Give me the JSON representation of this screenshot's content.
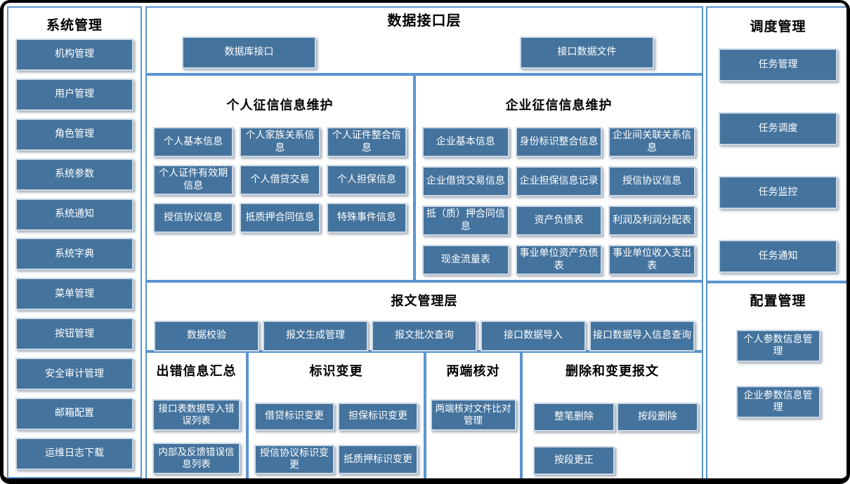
{
  "colors": {
    "button_fill": "#44739d",
    "button_border": "#ccd9e6",
    "button_text": "#ffffff",
    "panel_border": "#5b95d0",
    "title_text": "#000000",
    "frame": "#000000"
  },
  "panels": {
    "system": {
      "title": "系统管理",
      "items": [
        "机构管理",
        "用户管理",
        "角色管理",
        "系统参数",
        "系统通知",
        "系统字典",
        "菜单管理",
        "按钮管理",
        "安全审计管理",
        "邮箱配置",
        "运维日志下载"
      ]
    },
    "data_interface": {
      "title": "数据接口层",
      "items": [
        "数据库接口",
        "接口数据文件"
      ]
    },
    "personal": {
      "title": "个人征信信息维护",
      "items": [
        "个人基本信息",
        "个人家族关系信息",
        "个人证件整合信息",
        "个人证件有效期信息",
        "个人借贷交易",
        "个人担保信息",
        "授信协议信息",
        "抵质押合同信息",
        "特殊事件信息"
      ]
    },
    "enterprise": {
      "title": "企业征信信息维护",
      "items": [
        "企业基本信息",
        "身份标识整合信息",
        "企业间关联关系信息",
        "企业借贷交易信息",
        "企业担保信息记录",
        "授信协议信息",
        "抵（质）押合同信息",
        "资产负债表",
        "利润及利润分配表",
        "现金流量表",
        "事业单位资产负债表",
        "事业单位收入支出表"
      ]
    },
    "message": {
      "title": "报文管理层",
      "items": [
        "数据校验",
        "报文生成管理",
        "报文批次查询",
        "接口数据导入",
        "接口数据导入信息查询"
      ]
    },
    "error": {
      "title": "出错信息汇总",
      "items": [
        "接口表数据导入错误列表",
        "内部及反馈错误信息列表"
      ]
    },
    "id_change": {
      "title": "标识变更",
      "items": [
        "借贷标识变更",
        "担保标识变更",
        "授信协议标识变更",
        "抵质押标识变更"
      ]
    },
    "check": {
      "title": "两端核对",
      "items": [
        "两端核对文件比对管理"
      ]
    },
    "delete_change": {
      "title": "删除和变更报文",
      "items": [
        "整笔删除",
        "按段删除",
        "按段更正"
      ]
    },
    "schedule": {
      "title": "调度管理",
      "items": [
        "任务管理",
        "任务调度",
        "任务监控",
        "任务通知"
      ]
    },
    "config": {
      "title": "配置管理",
      "items": [
        "个人参数信息管理",
        "企业参数信息管理"
      ]
    }
  }
}
